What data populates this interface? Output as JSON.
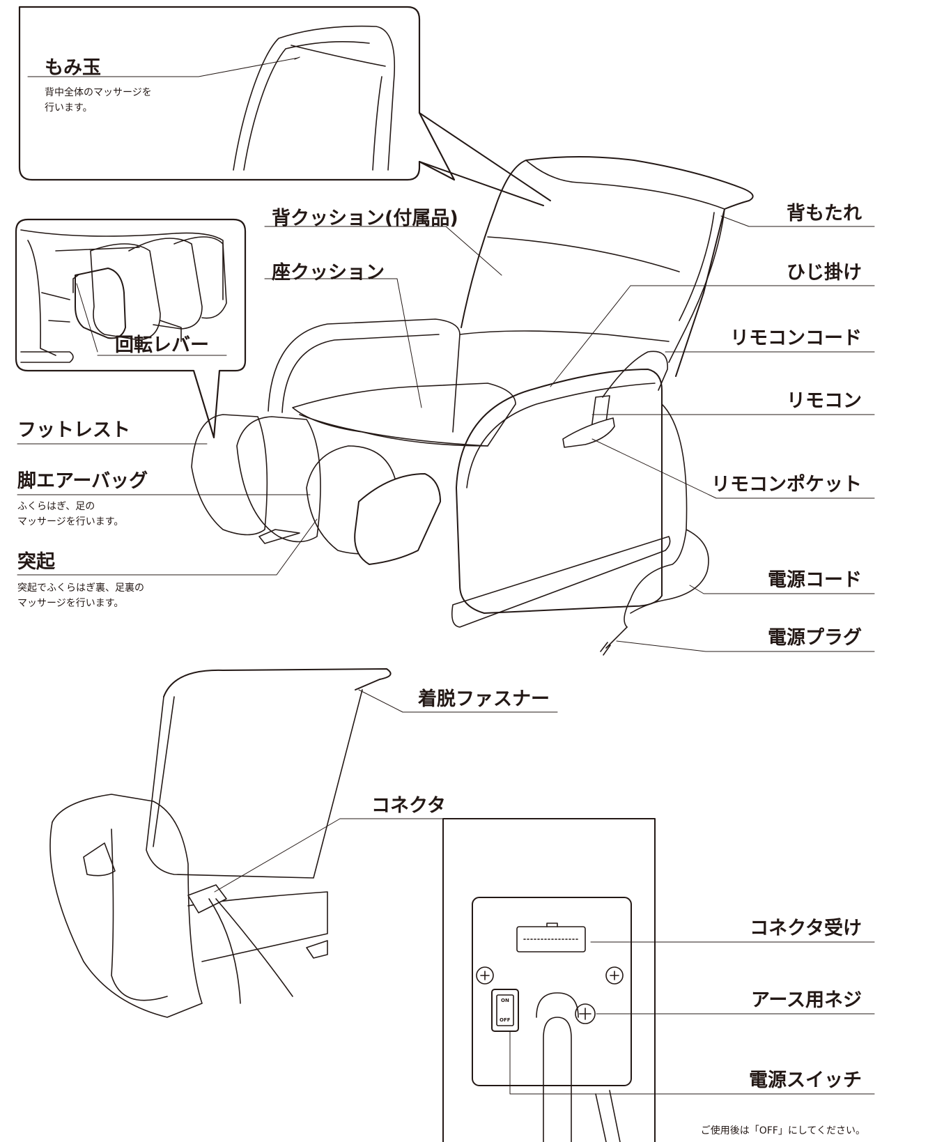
{
  "labels": {
    "momidama": "もみ玉",
    "back_cushion": "背クッション(付属品)",
    "seat_cushion": "座クッション",
    "kaiten_lever": "回転レバー",
    "footrest": "フットレスト",
    "leg_airbag": "脚エアーバッグ",
    "tokki": "突起",
    "backrest": "背もたれ",
    "armrest": "ひじ掛け",
    "remote_cord": "リモコンコード",
    "remote": "リモコン",
    "remote_pocket": "リモコンポケット",
    "power_cord": "電源コード",
    "power_plug": "電源プラグ",
    "zipper": "着脱ファスナー",
    "connector": "コネクタ",
    "connector_receptacle": "コネクタ受け",
    "ground_screw": "アース用ネジ",
    "power_switch": "電源スイッチ"
  },
  "descriptions": {
    "momidama_1": "背中全体のマッサージを",
    "momidama_2": "行います。",
    "leg_airbag_1": "ふくらはぎ、足の",
    "leg_airbag_2": "マッサージを行います。",
    "tokki_1": "突起でふくらはぎ裏、足裏の",
    "tokki_2": "マッサージを行います。",
    "power_switch_note": "ご使用後は「OFF」にしてください。"
  },
  "switch": {
    "on": "ON",
    "off": "OFF"
  }
}
